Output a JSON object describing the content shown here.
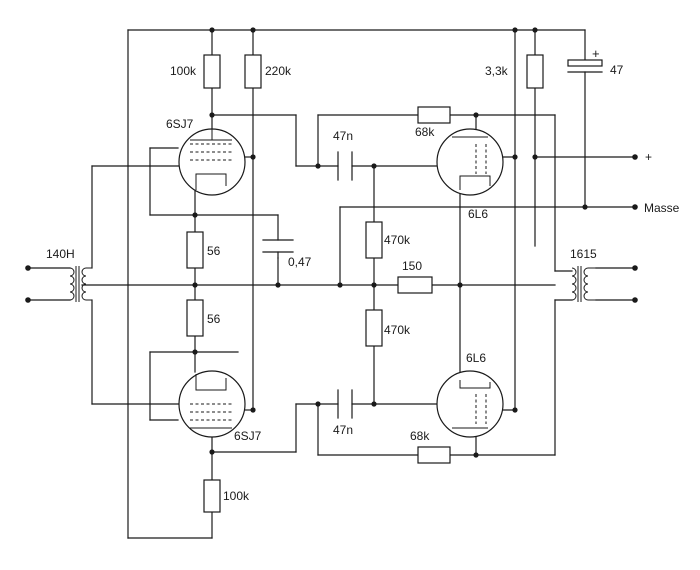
{
  "labels": {
    "r_top_left": "100k",
    "r_top_mid": "220k",
    "r_top_right": "3,3k",
    "cap_supply": "47",
    "cap_plus_sign": "+",
    "tube_top_left": "6SJ7",
    "tube_bottom_left": "6SJ7",
    "tube_top_right": "6L6",
    "tube_bottom_right": "6L6",
    "r_fb_top": "68k",
    "r_fb_bottom": "68k",
    "c_coupling_top": "47n",
    "c_coupling_bottom": "47n",
    "terminal_plus": "+",
    "terminal_masse": "Masse",
    "r_cathode_top": "56",
    "r_cathode_bottom": "56",
    "c_bypass": "0,47",
    "r_grid_top": "470k",
    "r_grid_bottom": "470k",
    "r_bias": "150",
    "transformer_input": "140H",
    "transformer_output": "1615",
    "r_bottom": "100k"
  }
}
